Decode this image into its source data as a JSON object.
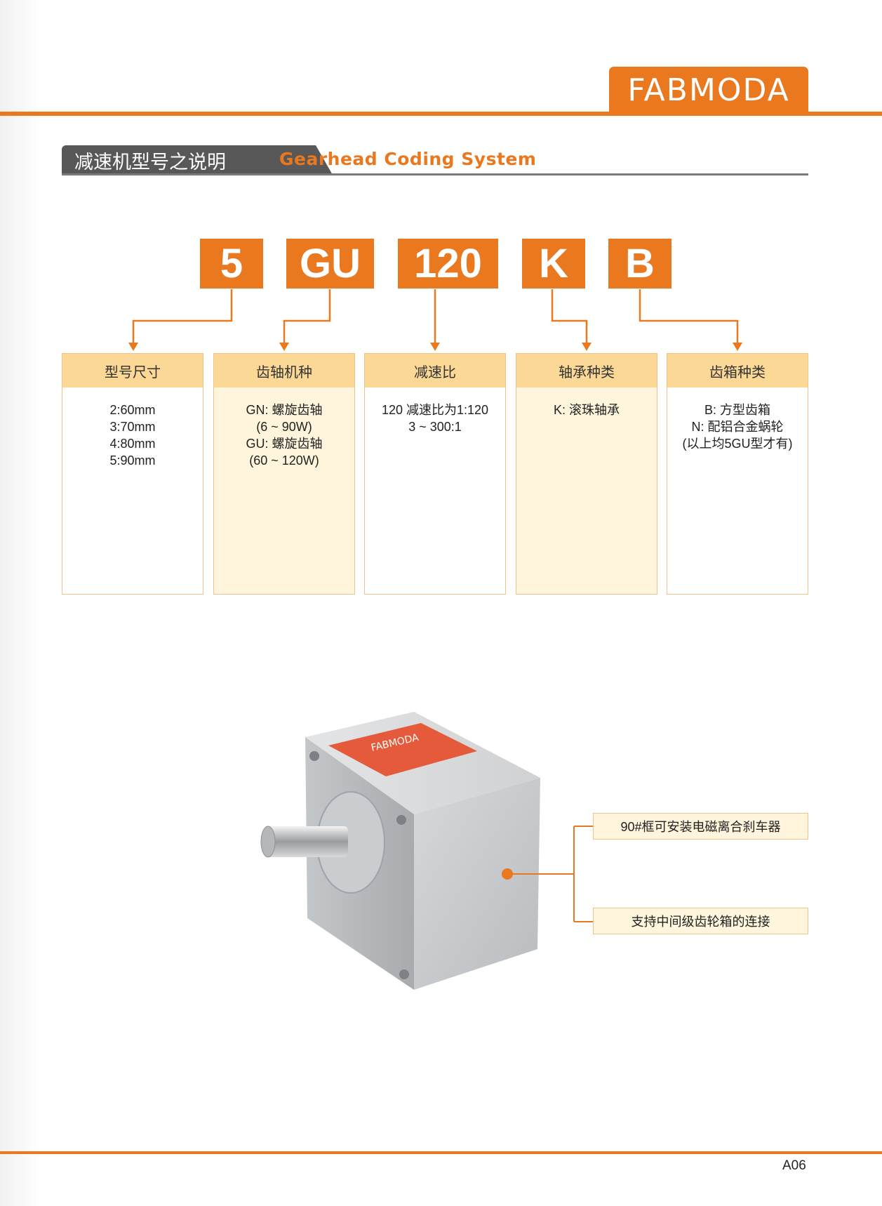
{
  "header": {
    "brand": "FABMODA"
  },
  "section": {
    "title_cn": "减速机型号之说明",
    "title_en": "Gearhead Coding System"
  },
  "codes": [
    "5",
    "GU",
    "120",
    "K",
    "B"
  ],
  "columns": [
    {
      "header": "型号尺寸",
      "lines": [
        "2:60mm",
        "3:70mm",
        "4:80mm",
        "5:90mm"
      ]
    },
    {
      "header": "齿轴机种",
      "lines": [
        "GN: 螺旋齿轴",
        "(6 ~ 90W)",
        "GU: 螺旋齿轴",
        "(60 ~ 120W)"
      ]
    },
    {
      "header": "减速比",
      "lines": [
        "120 减速比为1:120",
        "3 ~ 300:1"
      ]
    },
    {
      "header": "轴承种类",
      "lines": [
        "K: 滚珠轴承"
      ]
    },
    {
      "header": "齿箱种类",
      "lines": [
        "B: 方型齿箱",
        "N: 配铝合金蜗轮",
        "(以上均5GU型才有)"
      ]
    }
  ],
  "product": {
    "label_brand": "FABMODA",
    "features": [
      "90#框可安装电磁离合刹车器",
      "支持中间级齿轮箱的连接"
    ]
  },
  "footer": {
    "page": "A06"
  },
  "colors": {
    "accent": "#e9781f",
    "header_fill": "#fbd895",
    "body_tint": "#fff5dc",
    "heading_bar": "#585858"
  }
}
